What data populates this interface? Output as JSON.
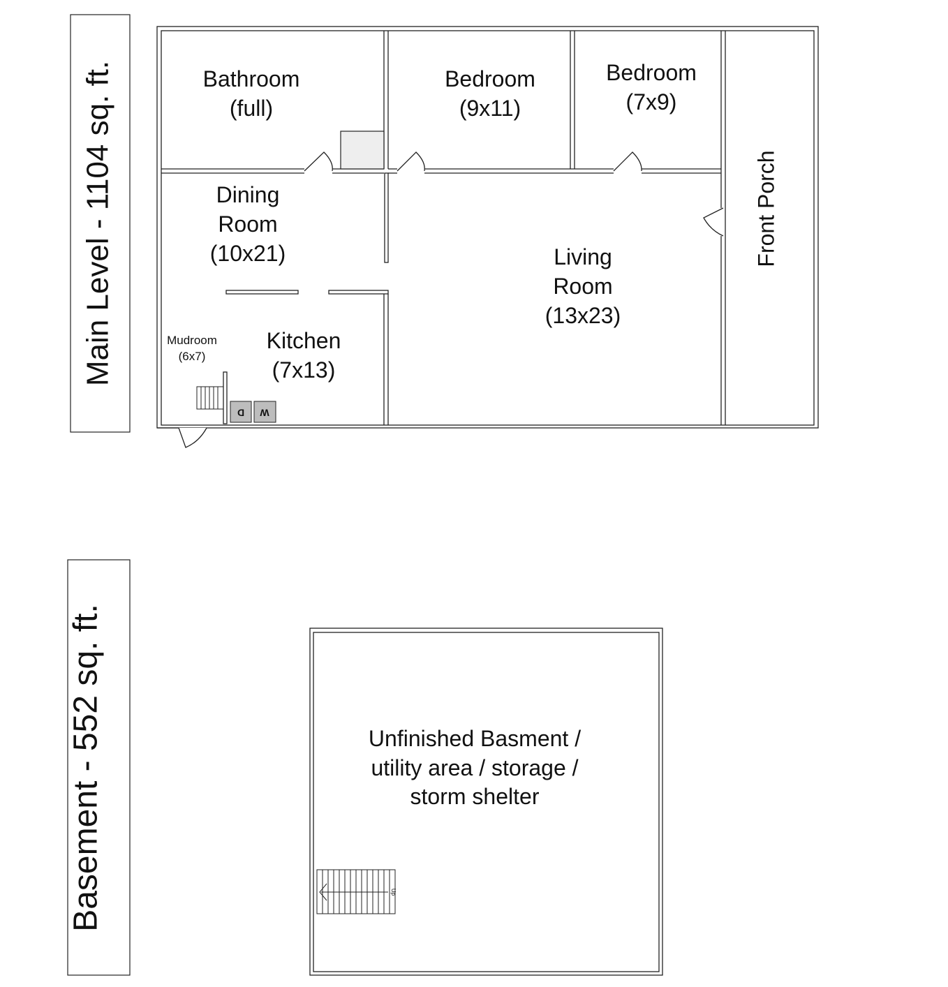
{
  "main_level": {
    "title": "Main Level - 1104 sq. ft.",
    "rooms": {
      "bathroom": {
        "name": "Bathroom",
        "size": "(full)"
      },
      "bedroom_1": {
        "name": "Bedroom",
        "size": "(9x11)"
      },
      "bedroom_2": {
        "name": "Bedroom",
        "size": "(7x9)"
      },
      "front_porch": {
        "name": "Front Porch"
      },
      "dining_room": {
        "name_line1": "Dining",
        "name_line2": "Room",
        "size": "(10x21)"
      },
      "living_room": {
        "name_line1": "Living",
        "name_line2": "Room",
        "size": "(13x23)"
      },
      "mudroom": {
        "name": "Mudroom",
        "size": "(6x7)"
      },
      "kitchen": {
        "name": "Kitchen",
        "size": "(7x13)"
      }
    },
    "appliances": {
      "washer": "W",
      "dryer": "D"
    }
  },
  "basement": {
    "title": "Basement - 552  sq. ft.",
    "area": {
      "line1": "Unfinished Basment /",
      "line2": "utility area / storage /",
      "line3": "storm shelter"
    },
    "stair_label": "Up"
  }
}
